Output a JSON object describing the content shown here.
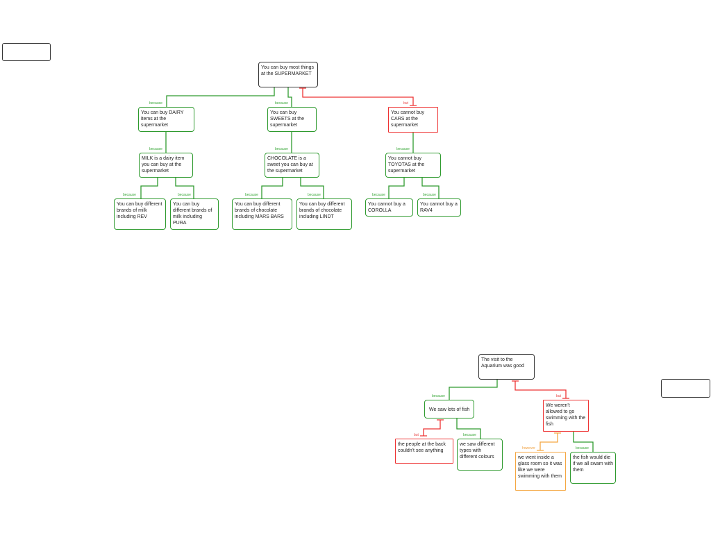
{
  "labels": {
    "because": "because",
    "but": "but",
    "however": "however"
  },
  "supermarket_map": {
    "root": "You can buy most things at the SUPERMARKET",
    "dairy": "You can buy DAIRY items at the supermarket",
    "sweets": "You can buy SWEETS at the supermarket",
    "cars": "You cannot buy CARS at the supermarket",
    "milk": "MILK is a dairy item you can buy at the supermarket",
    "chocolate": "CHOCOLATE is a sweet you can buy at the supermarket",
    "toyotas": "You cannot buy TOYOTAS at the supermarket",
    "rev": "You can buy different brands of milk including REV",
    "pura": "You can buy different brands of milk including PURA",
    "mars": "You can buy different brands of chocolate including MARS BARS",
    "lindt": "You can buy different brands of chocolate including LINDT",
    "corolla": "You cannot buy a COROLLA",
    "rav4": "You cannot buy a RAV4"
  },
  "aquarium_map": {
    "root": "The visit to the Aquarium was good",
    "fish": "We saw lots of fish",
    "swim": "We weren't allowed to go swimming with the fish",
    "back": "the people at the back couldn't see anything",
    "types": "we saw different types with different colours",
    "glass": "we went inside a glass room so it was like we were swimming with them",
    "die": "the fish would die if we all swam with them"
  },
  "colors": {
    "support": "#2e9a2e",
    "oppose": "#ee3333",
    "rebuttal": "#f5a742"
  }
}
